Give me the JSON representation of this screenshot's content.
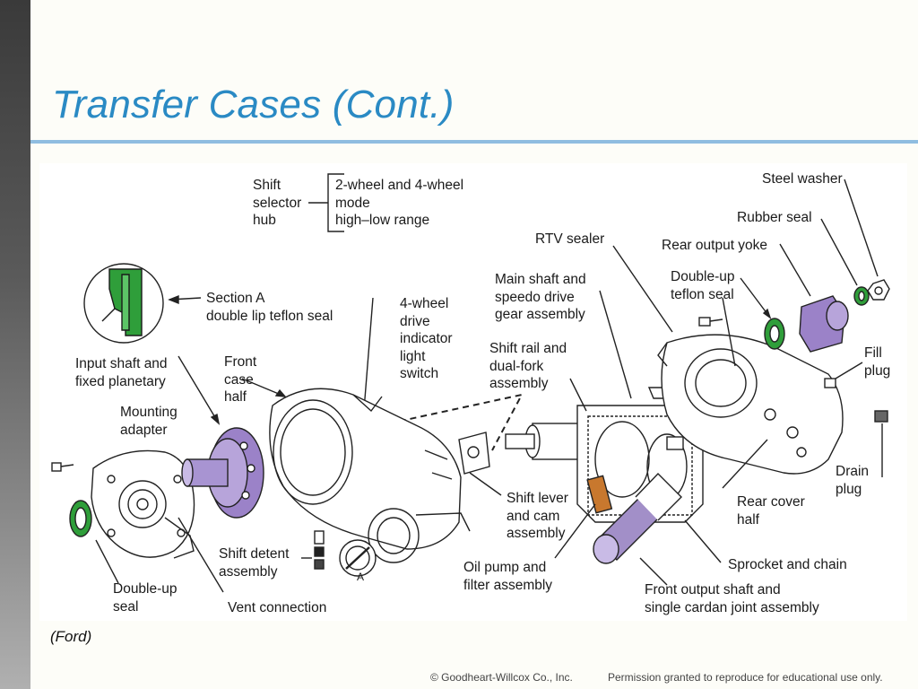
{
  "slide": {
    "title": "Transfer Cases (Cont.)",
    "caption": "(Ford)",
    "footer_copyright": "© Goodheart-Willcox Co., Inc.",
    "footer_permission": "Permission granted to reproduce for educational use only."
  },
  "labels": {
    "shift_selector_hub": "Shift\nselector\nhub",
    "shift_selector_modes": "2-wheel and 4-wheel\nmode\nhigh–low range",
    "section_a": "Section A\ndouble lip teflon seal",
    "four_wheel_drive_switch": "4-wheel\ndrive\nindicator\nlight\nswitch",
    "input_shaft": "Input shaft and\nfixed planetary",
    "front_case_half": "Front\ncase\nhalf",
    "mounting_adapter": "Mounting\nadapter",
    "double_up_seal": "Double-up\nseal",
    "shift_detent": "Shift detent\nassembly",
    "vent_connection": "Vent connection",
    "section_marker": "A",
    "rtv_sealer": "RTV sealer",
    "main_shaft": "Main shaft and\nspeedo drive\ngear assembly",
    "shift_rail": "Shift rail and\ndual-fork\nassembly",
    "shift_lever": "Shift lever\nand cam\nassembly",
    "oil_pump": "Oil pump and\nfilter assembly",
    "front_output_shaft": "Front output shaft and\nsingle cardan joint assembly",
    "sprocket_chain": "Sprocket and chain",
    "rear_cover_half": "Rear cover\nhalf",
    "drain_plug": "Drain\nplug",
    "fill_plug": "Fill\nplug",
    "double_up_teflon": "Double-up\nteflon seal",
    "rear_output_yoke": "Rear output yoke",
    "rubber_seal": "Rubber seal",
    "steel_washer": "Steel washer"
  },
  "colors": {
    "title": "#2a8ac4",
    "rule": "#8fbde0",
    "seal_green": "#2f9e3a",
    "planetary_purple": "#8a6fb8",
    "shaft_purple": "#a28fc8",
    "pump_orange": "#c8782e",
    "line_art": "#222222"
  }
}
